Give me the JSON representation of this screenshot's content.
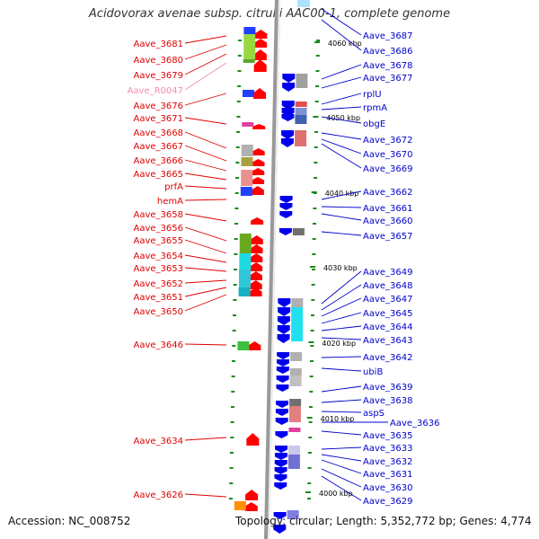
{
  "title": "Acidovorax avenae subsp. citrulli AAC00-1, complete genome",
  "accession": "Accession: NC_008752",
  "topology": "Topology: circular; Length: 5,352,772 bp; Genes: 4,774",
  "colors": {
    "left_label": "#e00000",
    "rna_label": "#f08cb4",
    "right_label": "#0000cc",
    "forward_arrow": "#ff0000",
    "reverse_arrow": "#0000ee"
  },
  "scale_labels": [
    "4060 kbp",
    "4050 kbp",
    "4040 kbp",
    "4030 kbp",
    "4020 kbp",
    "4010 kbp",
    "4000 kbp"
  ],
  "left_labels": [
    "Aave_3681",
    "Aave_3680",
    "Aave_3679",
    "Aave_R0047",
    "Aave_3676",
    "Aave_3671",
    "Aave_3668",
    "Aave_3667",
    "Aave_3666",
    "Aave_3665",
    "prfA",
    "hemA",
    "Aave_3658",
    "Aave_3656",
    "Aave_3655",
    "Aave_3654",
    "Aave_3653",
    "Aave_3652",
    "Aave_3651",
    "Aave_3650",
    "Aave_3646",
    "Aave_3634",
    "Aave_3626"
  ],
  "right_labels": [
    "Aave_3687",
    "Aave_3686",
    "Aave_3678",
    "Aave_3677",
    "rplU",
    "rpmA",
    "obgE",
    "Aave_3672",
    "Aave_3670",
    "Aave_3669",
    "Aave_3662",
    "Aave_3661",
    "Aave_3660",
    "Aave_3657",
    "Aave_3649",
    "Aave_3648",
    "Aave_3647",
    "Aave_3645",
    "Aave_3644",
    "Aave_3643",
    "Aave_3642",
    "ubiB",
    "Aave_3639",
    "Aave_3638",
    "aspS",
    "Aave_3636",
    "Aave_3635",
    "Aave_3633",
    "Aave_3632",
    "Aave_3631",
    "Aave_3630",
    "Aave_3629"
  ]
}
